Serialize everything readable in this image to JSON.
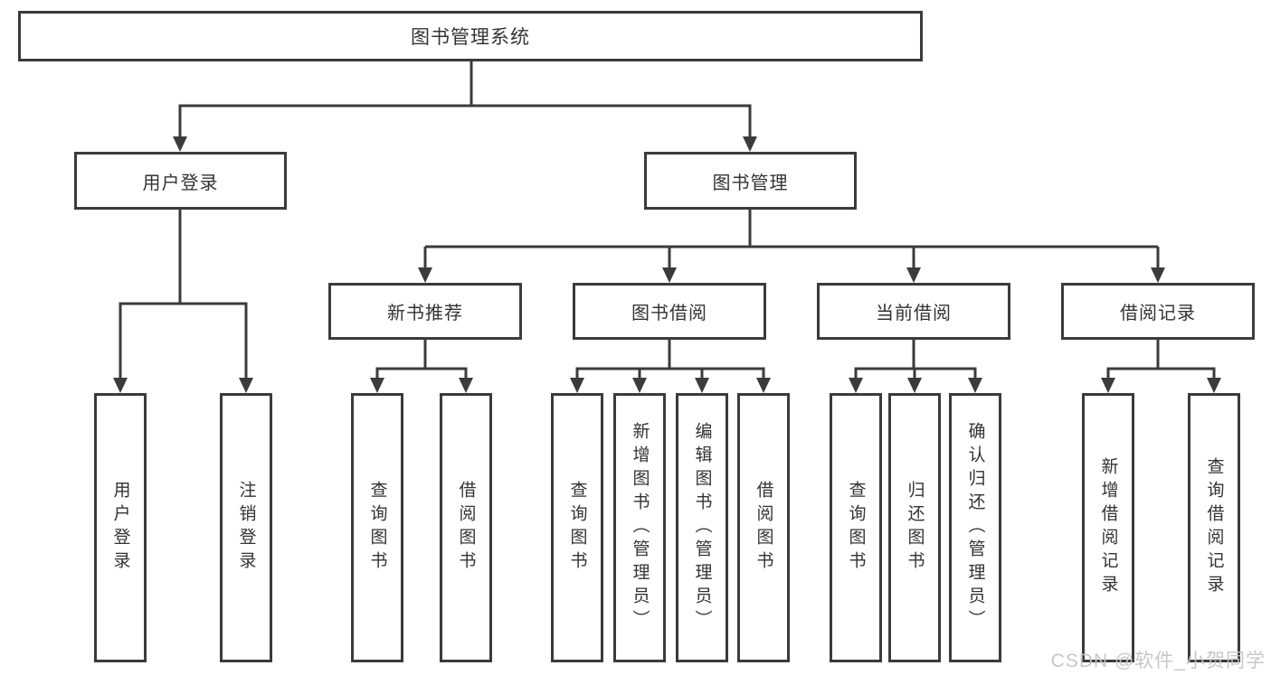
{
  "diagram": {
    "root": {
      "label": "图书管理系统"
    },
    "level2": [
      {
        "label": "用户登录",
        "children": [
          "用户登录",
          "注销登录"
        ]
      },
      {
        "label": "图书管理"
      }
    ],
    "level3": [
      {
        "label": "新书推荐",
        "children": [
          "查询图书",
          "借阅图书"
        ]
      },
      {
        "label": "图书借阅",
        "children": [
          "查询图书",
          "新增图书（管理员）",
          "编辑图书（管理员）",
          "借阅图书"
        ]
      },
      {
        "label": "当前借阅",
        "children": [
          "查询图书",
          "归还图书",
          "确认归还（管理员）"
        ]
      },
      {
        "label": "借阅记录",
        "children": [
          "新增借阅记录",
          "查询借阅记录"
        ]
      }
    ]
  },
  "watermark": {
    "text": "CSDN @软件_小贺同学"
  },
  "colors": {
    "line": "#3b3b3b",
    "border": "#3b3b3b",
    "text": "#333333",
    "box_background": "#ffffff",
    "page_background": "#ffffff",
    "watermark": "#c6c3c5"
  }
}
